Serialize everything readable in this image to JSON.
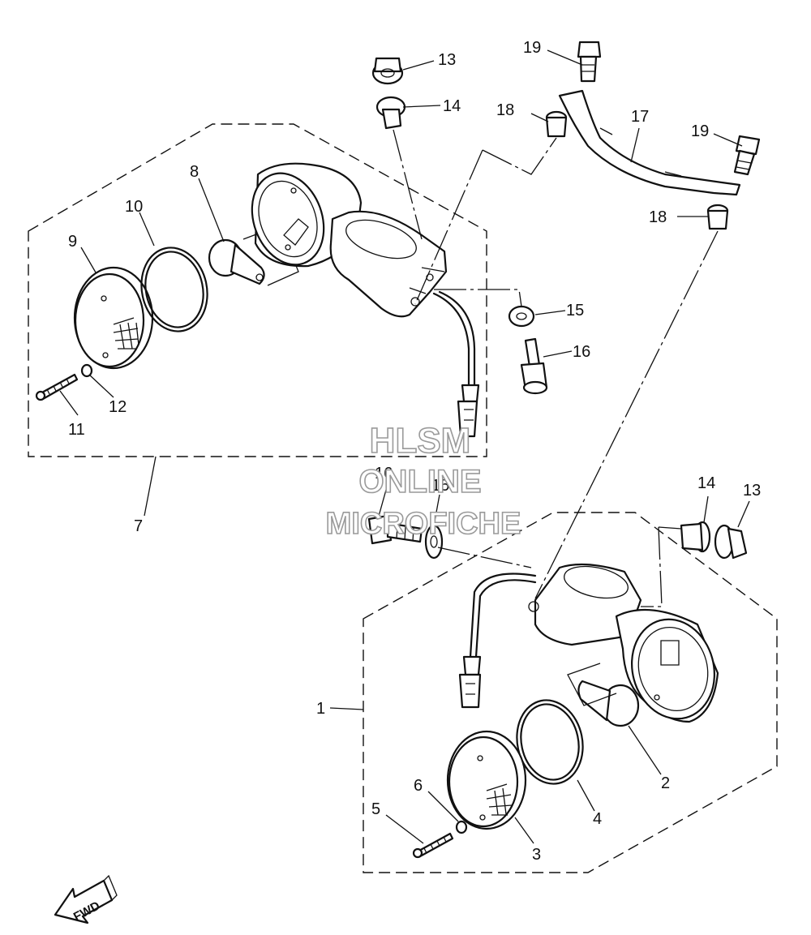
{
  "callouts": {
    "c1": "1",
    "c2": "2",
    "c3": "3",
    "c4": "4",
    "c5": "5",
    "c6": "6",
    "c7": "7",
    "c8": "8",
    "c9": "9",
    "c10": "10",
    "c11": "11",
    "c12": "12",
    "c13a": "13",
    "c13b": "13",
    "c14a": "14",
    "c14b": "14",
    "c15a": "15",
    "c15b": "15",
    "c16a": "16",
    "c16b": "16",
    "c17": "17",
    "c18a": "18",
    "c18b": "18",
    "c19a": "19",
    "c19b": "19"
  },
  "watermark": {
    "line1": "HLSM",
    "line2": "ONLINE",
    "line3": "MICROFICHE"
  },
  "fwd_arrow": {
    "label": "FWD"
  }
}
